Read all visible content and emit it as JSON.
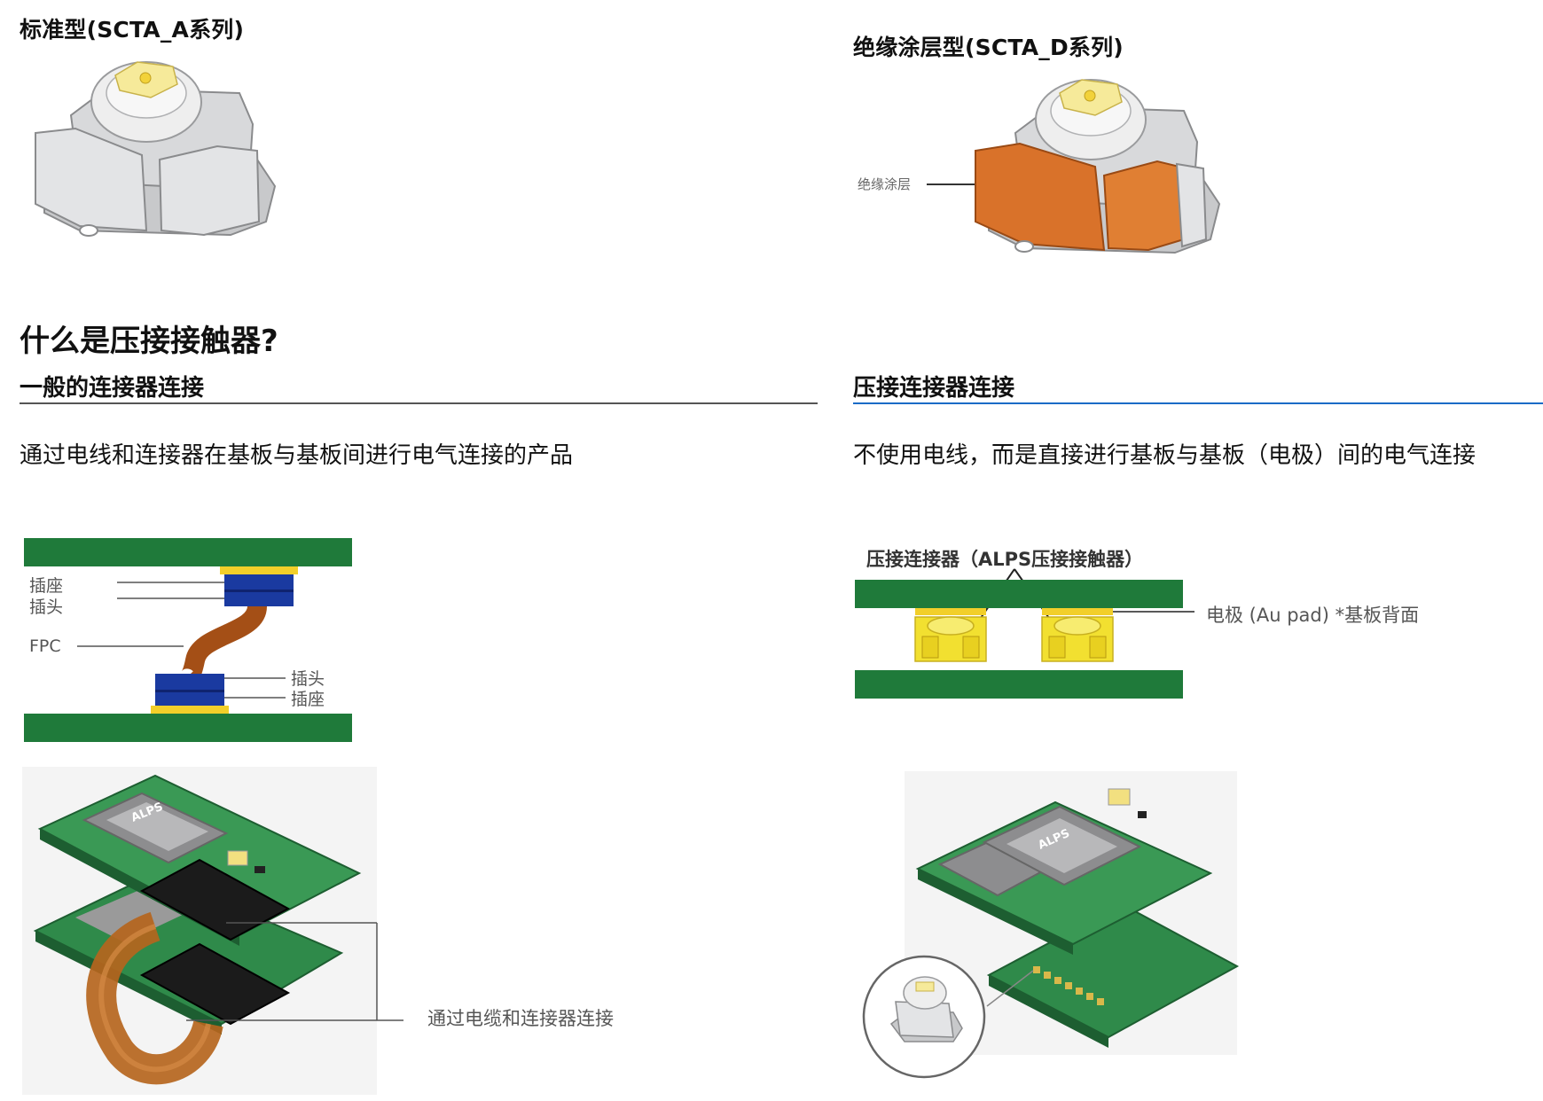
{
  "top": {
    "left_title": "标准型(SCTA_A系列)",
    "right_title": "绝缘涂层型(SCTA_D系列)",
    "right_callout": "绝缘涂层"
  },
  "section": {
    "title": "什么是压接接触器?"
  },
  "left_col": {
    "heading": "一般的连接器连接",
    "description": "通过电线和连接器在基板与基板间进行电气连接的产品",
    "diagram": {
      "label_socket_top": "插座",
      "label_plug_top": "插头",
      "label_fpc": "FPC",
      "label_plug_bottom": "插头",
      "label_socket_bottom": "插座"
    },
    "photo": {
      "chip_text": "ALPS",
      "callout": "通过电缆和连接器连接"
    }
  },
  "right_col": {
    "heading": "压接连接器连接",
    "description": "不使用电线，而是直接进行基板与基板（电极）间的电气连接",
    "diagram": {
      "label_contact": "压接连接器（ALPS压接接触器）",
      "label_electrode": "电极 (Au pad) *基板背面"
    },
    "photo": {
      "chip_text": "ALPS"
    }
  },
  "colors": {
    "pcb_green": "#1f7a3a",
    "pad_yellow": "#f2cf2a",
    "connector_blue": "#1a3aa0",
    "fpc_brown": "#a44f16",
    "coating_orange": "#d9722a",
    "accent_blue": "#1a6bc6"
  }
}
